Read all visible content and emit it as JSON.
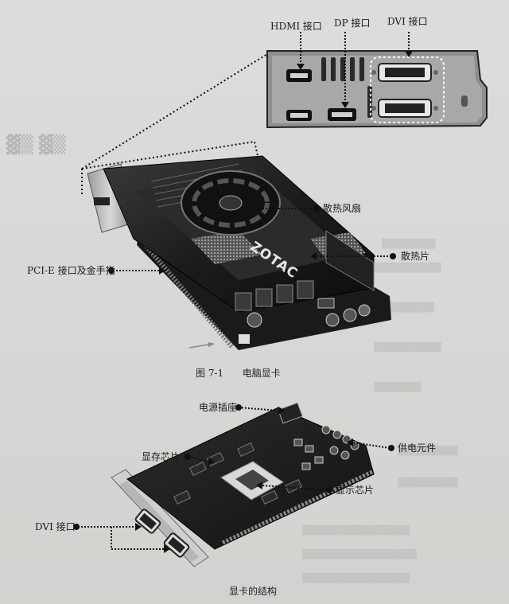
{
  "figure1": {
    "port_labels": {
      "hdmi": "HDMI 接口",
      "dp": "DP 接口",
      "dvi": "DVI 接口"
    },
    "callouts": {
      "fan": "散热风扇",
      "heatsink": "散热片",
      "pcie": "PCI-E 接口及金手指"
    },
    "brand": "ZOTAC",
    "caption_number": "图 7-1",
    "caption_text": "电脑显卡"
  },
  "figure2": {
    "callouts": {
      "power_socket": "电源插座",
      "power_parts": "供电元件",
      "memory_chip": "显存芯片",
      "gpu_chip": "显示芯片",
      "dvi": "DVI 接口"
    },
    "caption": "显卡的结构"
  }
}
